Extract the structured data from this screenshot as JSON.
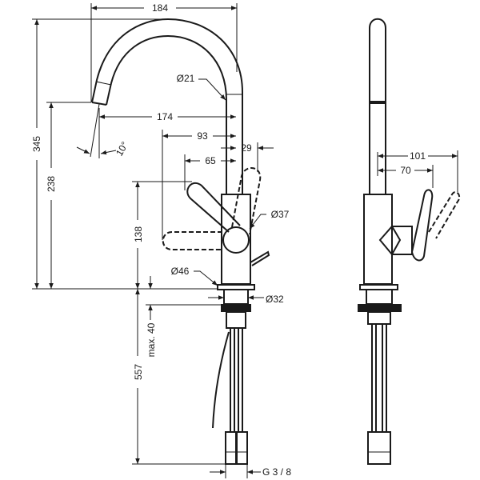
{
  "drawing": {
    "front_view": {
      "dimensions": {
        "spout_reach": "184",
        "spout_diameter": "Ø21",
        "spout_outlet_reach": "174",
        "lever_reach": "93",
        "lever_offset": "29",
        "lever_reach_short": "65",
        "outlet_angle": "10°",
        "total_height": "345",
        "outlet_height": "238",
        "lever_height": "138",
        "body_diameter": "Ø37",
        "base_diameter": "Ø46",
        "shank_diameter": "Ø32",
        "max_deck_thickness": "max. 40",
        "hose_length": "557",
        "connection_thread": "G 3 / 8"
      }
    },
    "side_view": {
      "dimensions": {
        "lever_projection": "101",
        "lever_projection_short": "70"
      }
    }
  }
}
